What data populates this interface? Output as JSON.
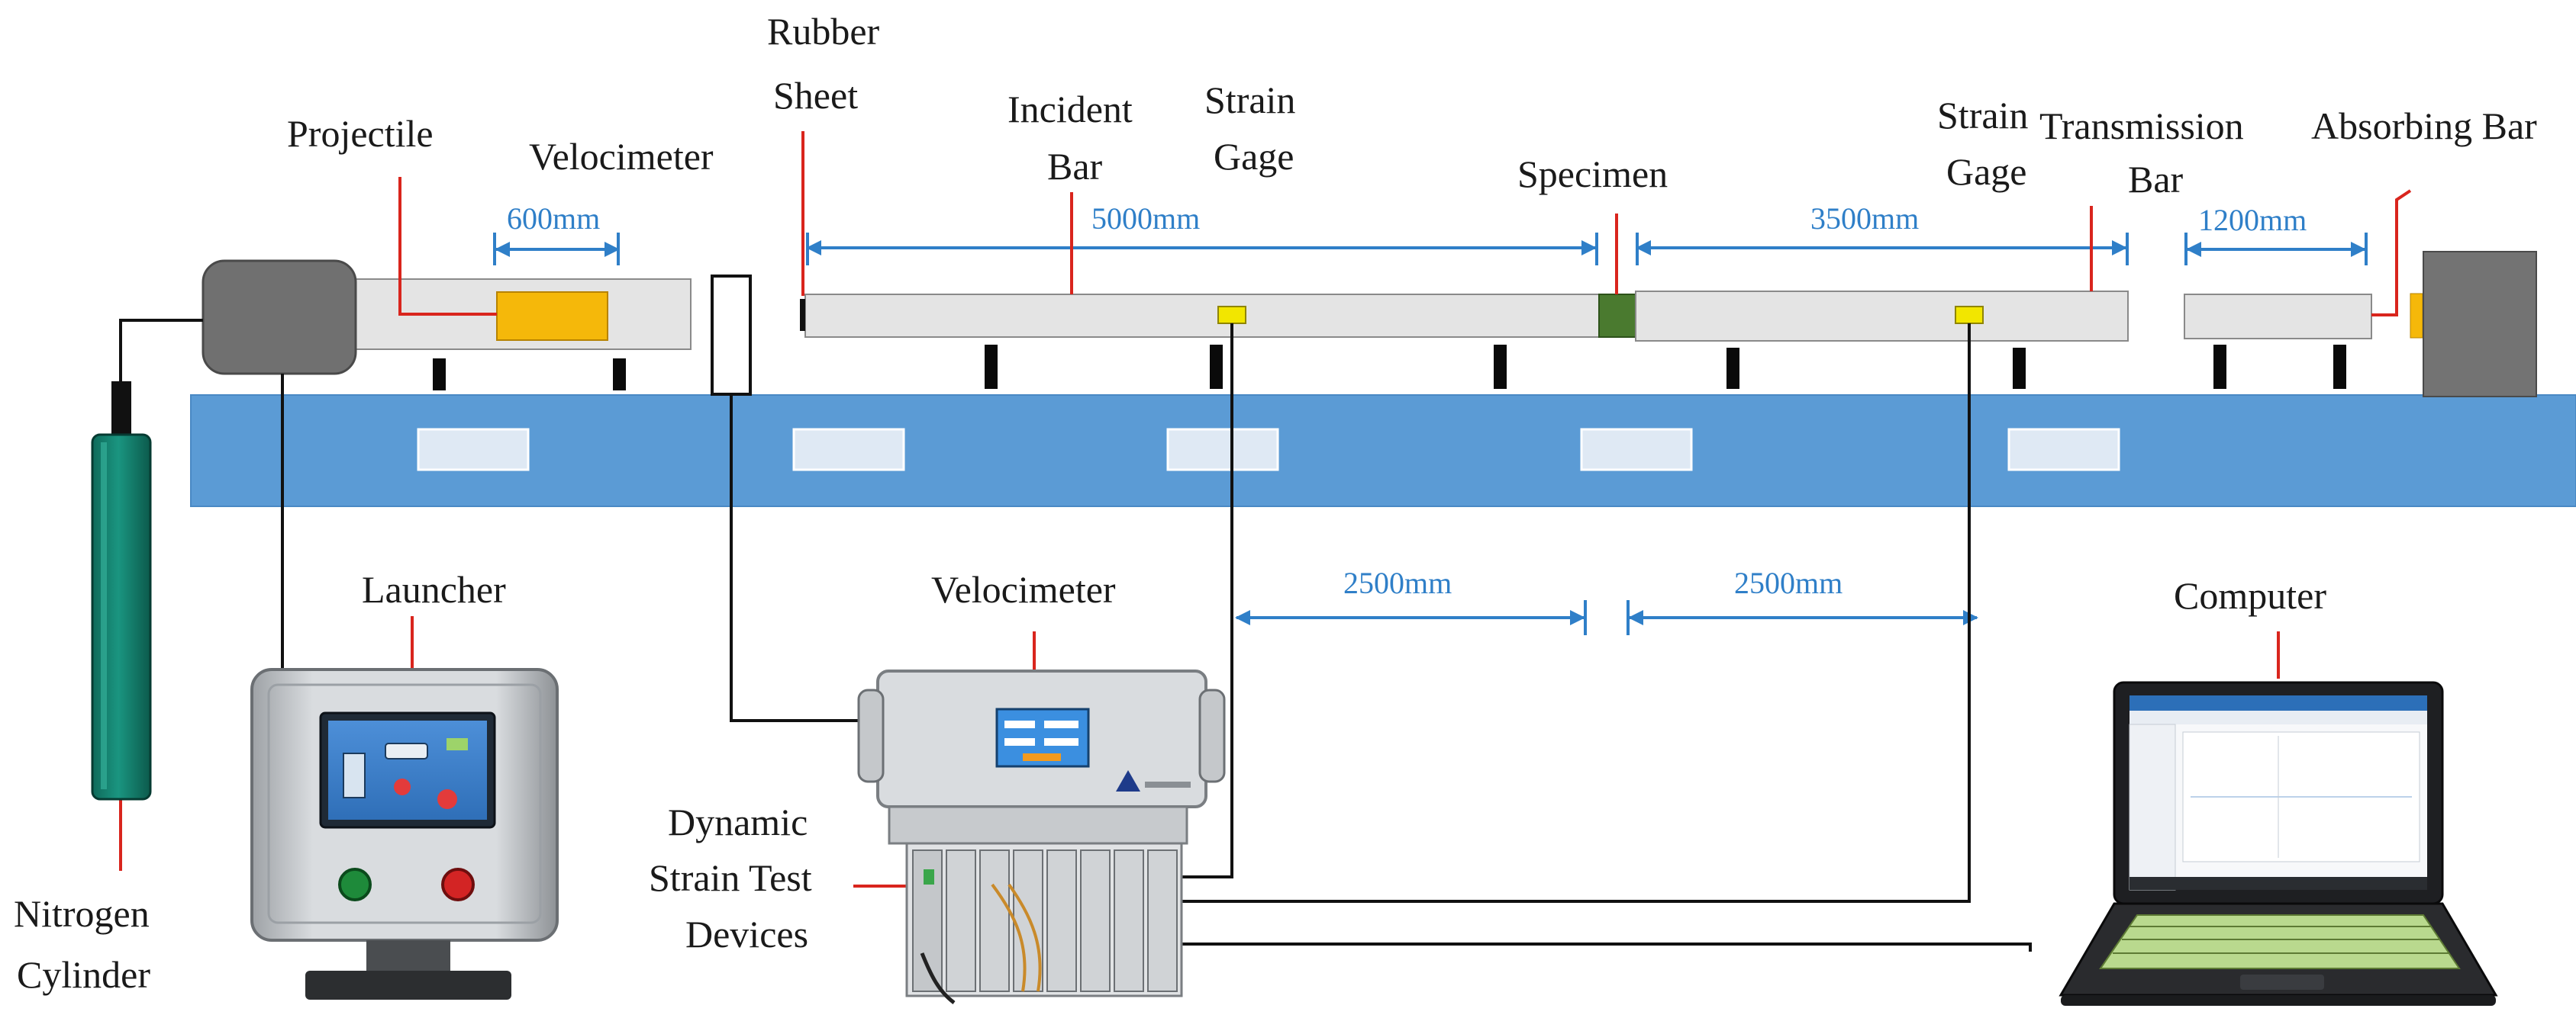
{
  "labels": {
    "projectile": "Projectile",
    "velocimeter_top": "Velocimeter",
    "rubber_sheet_1": "Rubber",
    "rubber_sheet_2": "Sheet",
    "incident_bar_1": "Incident",
    "incident_bar_2": "Bar",
    "strain_gage_left_1": "Strain",
    "strain_gage_left_2": "Gage",
    "specimen": "Specimen",
    "strain_gage_right_1": "Strain",
    "strain_gage_right_2": "Gage",
    "transmission_bar_1": "Transmission",
    "transmission_bar_2": "Bar",
    "absorbing_bar": "Absorbing Bar",
    "launcher": "Launcher",
    "velocimeter_device": "Velocimeter",
    "dynamic_strain_1": "Dynamic",
    "dynamic_strain_2": "Strain Test",
    "dynamic_strain_3": "Devices",
    "computer": "Computer",
    "nitrogen_1": "Nitrogen",
    "nitrogen_2": "Cylinder"
  },
  "dimensions": {
    "projectile_length": "600mm",
    "incident_bar_length": "5000mm",
    "transmission_bar_length": "3500mm",
    "absorbing_bar_length": "1200mm",
    "gage_to_specimen_left": "2500mm",
    "gage_to_specimen_right": "2500mm"
  },
  "colors": {
    "rail": "#5b9bd5",
    "dimension": "#2f7fc8",
    "leader": "#d9251d",
    "projectile": "#f5b80a",
    "specimen": "#4a7a2f",
    "cylinder": "#16826f",
    "strain_gage": "#f2e600"
  }
}
